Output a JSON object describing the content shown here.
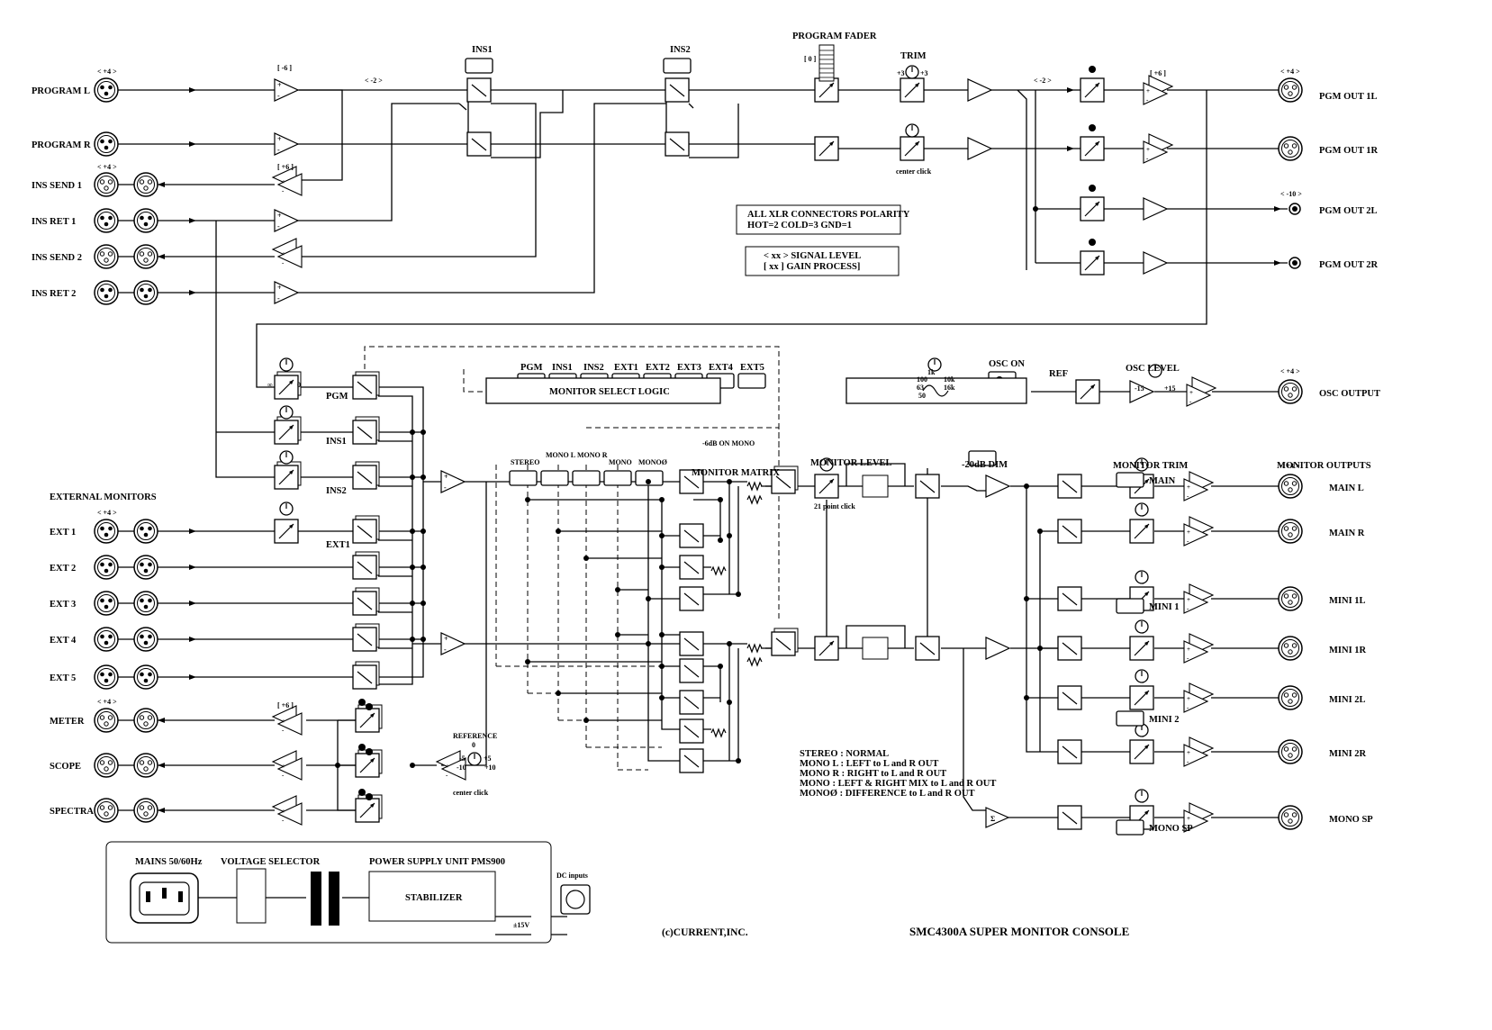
{
  "inputs": {
    "program_l": "PROGRAM L",
    "program_r": "PROGRAM R",
    "ins_send_1": "INS SEND 1",
    "ins_ret_1": "INS RET 1",
    "ins_send_2": "INS SEND 2",
    "ins_ret_2": "INS RET 2"
  },
  "external": {
    "heading": "EXTERNAL MONITORS",
    "ext1": "EXT 1",
    "ext2": "EXT 2",
    "ext3": "EXT 3",
    "ext4": "EXT 4",
    "ext5": "EXT 5"
  },
  "analysis": {
    "meter": "METER",
    "scope": "SCOPE",
    "spectra": "SPECTRA"
  },
  "levels": {
    "plus4": "< +4 >",
    "minus2": "< -2 >",
    "minus10": "< -10 >",
    "gain_m6": "[ -6 ]",
    "gain_p6": "[ +6 ]",
    "zero": "[ 0 ]"
  },
  "program_path": {
    "ins1": "INS1",
    "ins2": "INS2",
    "fader": "PROGRAM FADER",
    "trim": "TRIM",
    "trim_min": "+3",
    "trim_max": "+3",
    "center_click": "center click"
  },
  "pgm_outputs": {
    "out_1l": "PGM OUT 1L",
    "out_1r": "PGM OUT 1R",
    "out_2l": "PGM OUT 2L",
    "out_2r": "PGM OUT 2R"
  },
  "notes": {
    "polarity_1": "ALL XLR CONNECTORS POLARITY",
    "polarity_2": "HOT=2 COLD=3 GND=1",
    "legend_1": "< xx > SIGNAL LEVEL",
    "legend_2": "[ xx ] GAIN PROCESS]"
  },
  "monitor_select": {
    "buttons": [
      "PGM",
      "INS1",
      "INS2",
      "EXT1",
      "EXT2",
      "EXT3",
      "EXT4",
      "EXT5"
    ],
    "logic": "MONITOR SELECT LOGIC",
    "ch_pgm": "PGM",
    "ch_ins1": "INS1",
    "ch_ins2": "INS2",
    "ch_ext1": "EXT1",
    "inf": "∞",
    "zero_db": "0"
  },
  "oscillator": {
    "f_100": "100",
    "f_1k": "1k",
    "f_63": "63",
    "f_10k": "10k",
    "f_50": "50",
    "f_16k": "16k",
    "osc_on": "OSC ON",
    "ref": "REF",
    "osc_level": "OSC LEVEL",
    "lvl_min": "-15",
    "lvl_max": "+15",
    "output": "OSC OUTPUT"
  },
  "matrix": {
    "mode_buttons": [
      "STEREO",
      "MONO L",
      "MONO R",
      "MONO",
      "MONOØ"
    ],
    "mono_attn": "-6dB ON MONO",
    "title": "MONITOR MATRIX",
    "level": "MONITOR LEVEL",
    "point_click": "21 point click",
    "dim": "-20dB DIM",
    "reference": "REFERENCE",
    "ref_m5": "-5",
    "ref_0": "0",
    "ref_p5": "+5",
    "ref_m10": "-10",
    "ref_p10": "+10",
    "center_click": "center click"
  },
  "modes_legend": [
    "STEREO : NORMAL",
    "MONO L : LEFT to L and R OUT",
    "MONO R : RIGHT to L and R OUT",
    "MONO     : LEFT & RIGHT MIX to L and R OUT",
    "MONOØ  : DIFFERENCE to L and R OUT"
  ],
  "monitor_out": {
    "trim": "MONITOR TRIM",
    "heading": "MONITOR OUTPUTS",
    "main": "MAIN",
    "mini1": "MINI 1",
    "mini2": "MINI 2",
    "mono_sp": "MONO SP",
    "main_l": "MAIN L",
    "main_r": "MAIN R",
    "mini_1l": "MINI 1L",
    "mini_1r": "MINI 1R",
    "mini_2l": "MINI 2L",
    "mini_2r": "MINI 2R",
    "mono_sp_out": "MONO SP",
    "sigma": "Σ"
  },
  "power": {
    "mains": "MAINS 50/60Hz",
    "selector": "VOLTAGE SELECTOR",
    "psu": "POWER SUPPLY UNIT PMS900",
    "stabilizer": "STABILIZER",
    "voltage": "±15V",
    "dc_inputs": "DC inputs"
  },
  "footer": {
    "copyright": "(c)CURRENT,INC.",
    "model": "SMC4300A SUPER MONITOR CONSOLE"
  }
}
